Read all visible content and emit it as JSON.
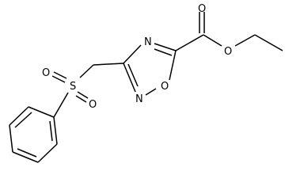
{
  "molecule": {
    "atom_labels": {
      "ring_n_top": "N",
      "ring_o": "O",
      "ring_n_bottom": "N",
      "carbonyl_o": "O",
      "ester_o": "O",
      "sulfur": "S",
      "sulfonyl_o_left": "O",
      "sulfonyl_o_bottom": "O"
    }
  }
}
